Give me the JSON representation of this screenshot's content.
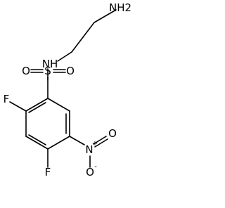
{
  "molecule": {
    "atoms": {
      "amine_n": "NH2",
      "sulfonamide_n": "NH",
      "sulfur": "S",
      "sulfonyl_o_left": "O",
      "sulfonyl_o_right": "O",
      "fluorine_upper": "F",
      "fluorine_lower": "F",
      "nitro_n": "N",
      "nitro_o_upper": "O",
      "nitro_o_lower": "O"
    },
    "charges": {
      "nitro_n_charge": "+",
      "nitro_o_charge": "-"
    }
  }
}
